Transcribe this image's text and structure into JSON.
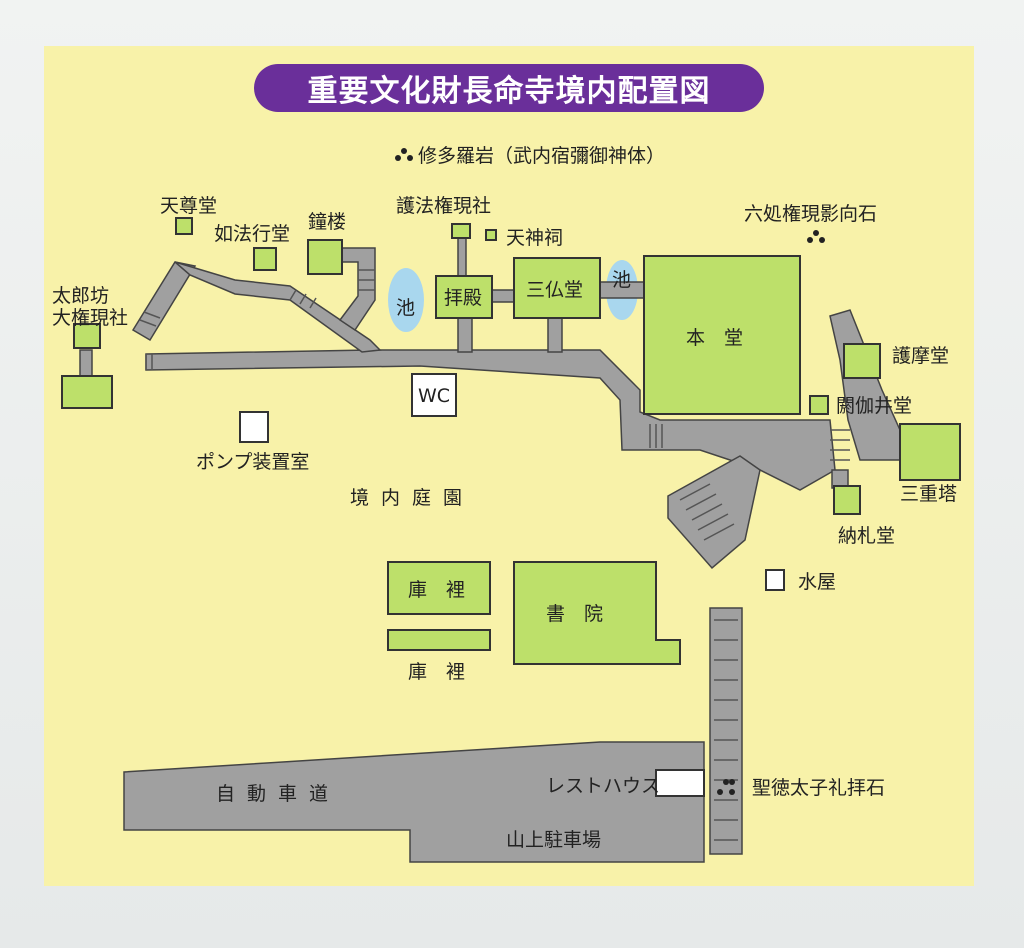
{
  "title": "重要文化財長命寺境内配置図",
  "colors": {
    "background": "#f8f2a9",
    "building": "#bde06a",
    "path": "#a0a0a0",
    "title_bg": "#6a2f9a",
    "pond": "#a9d7ee"
  },
  "landmarks": {
    "shutara_iwa": "修多羅岩（武内宿彌御神体）",
    "rokusho": "六処権現影向石",
    "shotoku": "聖徳太子礼拝石"
  },
  "buildings": {
    "tarobo": "太郎坊",
    "tarobo2": "大権現社",
    "tenson": "天尊堂",
    "nyoho": "如法行堂",
    "shoro": "鐘楼",
    "goho": "護法権現社",
    "tenjin": "天神祠",
    "haiden": "拝殿",
    "sanbutsu": "三仏堂",
    "hondo": "本　堂",
    "goma": "護摩堂",
    "akaido": "閼伽井堂",
    "sanju": "三重塔",
    "nousatsu": "納札堂",
    "mizuya": "水屋",
    "kuri1": "庫　裡",
    "kuri2": "庫　裡",
    "shoin": "書　院",
    "wc": "WC",
    "pump": "ポンプ装置室",
    "rest": "レストハウス"
  },
  "areas": {
    "garden": "境内庭園",
    "road": "自動車道",
    "parking": "山上駐車場",
    "pond1": "池",
    "pond2": "池"
  }
}
